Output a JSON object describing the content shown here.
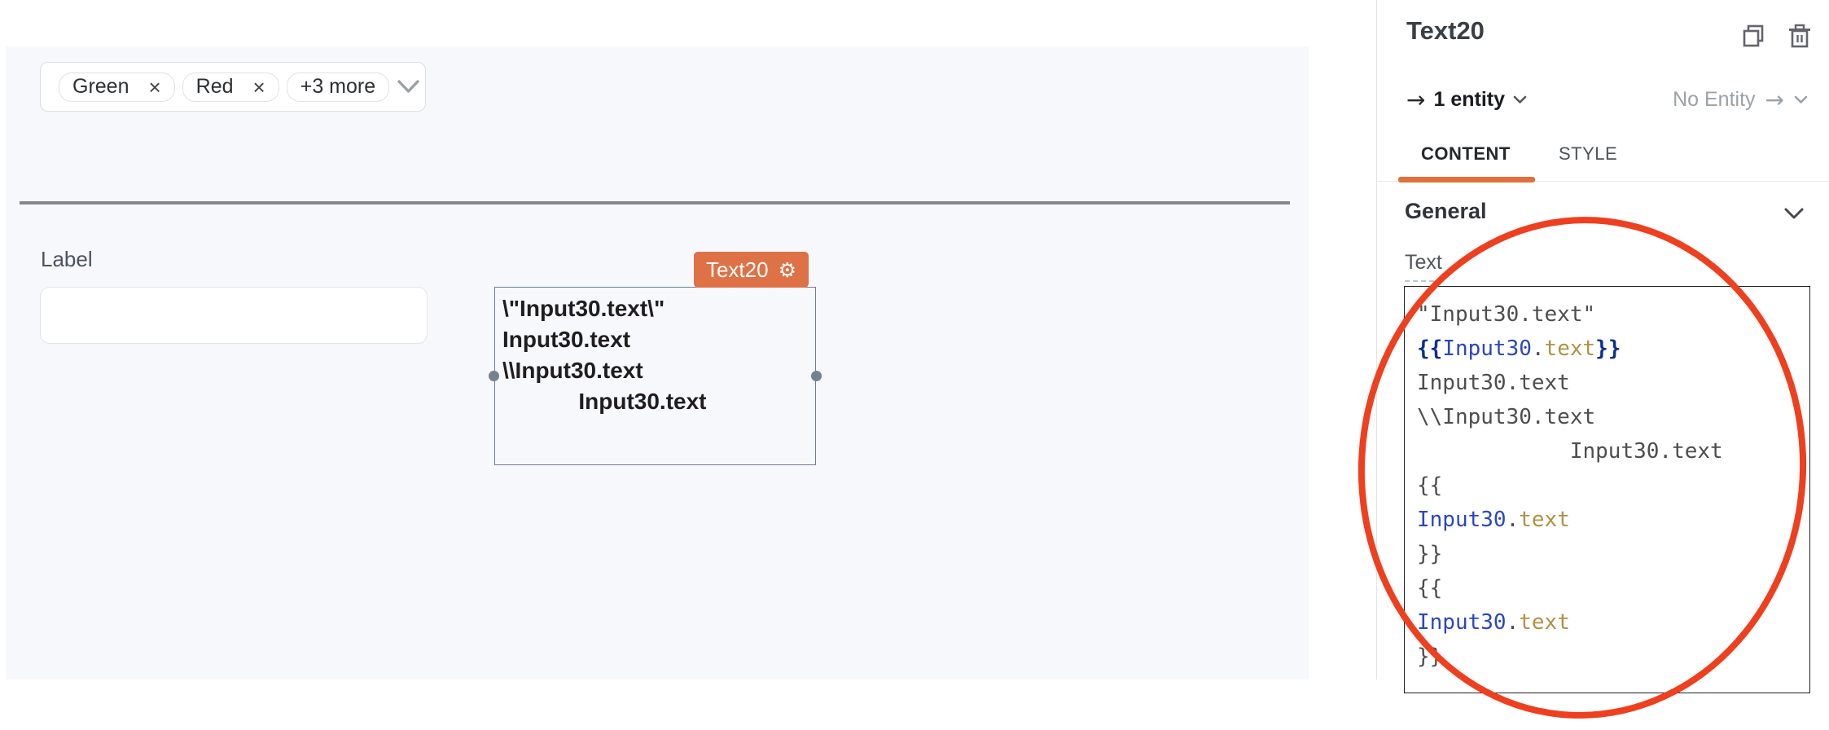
{
  "canvas": {
    "multiselect": {
      "chips": [
        {
          "label": "Green",
          "removable": true
        },
        {
          "label": "Red",
          "removable": true
        },
        {
          "label": "+3 more",
          "removable": false
        }
      ],
      "remove_glyph": "×"
    },
    "divider": {},
    "input_field": {
      "label": "Label",
      "value": "",
      "placeholder": ""
    },
    "text_widget": {
      "badge_label": "Text20",
      "gear_glyph": "⚙",
      "lines": [
        "\\\"Input30.text\\\"",
        "Input30.text",
        "\\\\Input30.text",
        "            Input30.text"
      ]
    }
  },
  "panel": {
    "title": "Text20",
    "entity_left": {
      "arrow": "→",
      "label": "1 entity"
    },
    "entity_right": {
      "label": "No Entity",
      "arrow": "→"
    },
    "tabs": {
      "content": "CONTENT",
      "style": "STYLE",
      "active": "CONTENT"
    },
    "section_general": "General",
    "property_label": "Text",
    "code_lines": [
      [
        {
          "t": "\"Input30.text\"",
          "c": "d"
        }
      ],
      [
        {
          "t": "{{",
          "c": "b"
        },
        {
          "t": "Input30",
          "c": "v"
        },
        {
          "t": ".",
          "c": "d"
        },
        {
          "t": "text",
          "c": "p"
        },
        {
          "t": "}}",
          "c": "b"
        }
      ],
      [
        {
          "t": "Input30.text",
          "c": "d"
        }
      ],
      [
        {
          "t": "\\\\Input30.text",
          "c": "d"
        }
      ],
      [
        {
          "t": "            Input30.text",
          "c": "d"
        }
      ],
      [
        {
          "t": "{{",
          "c": "d"
        }
      ],
      [
        {
          "t": "Input30",
          "c": "v"
        },
        {
          "t": ".",
          "c": "d"
        },
        {
          "t": "text",
          "c": "p"
        }
      ],
      [
        {
          "t": "}}",
          "c": "d"
        }
      ],
      [
        {
          "t": "{{",
          "c": "d"
        }
      ],
      [
        {
          "t": "Input30",
          "c": "v"
        },
        {
          "t": ".",
          "c": "d"
        },
        {
          "t": "text",
          "c": "p"
        }
      ],
      [
        {
          "t": "}}",
          "c": "d"
        }
      ]
    ]
  },
  "colors": {
    "canvas_bg": "#f7f8fb",
    "widget_badge_orange": "#de7145",
    "tab_underline_orange": "#e2703a",
    "annotation_red": "#ee3f1f",
    "code_default": "#4d4d4d",
    "code_brace": "#0d2f8e",
    "code_variable": "#2946c1",
    "code_property": "#af9243",
    "widget_border": "#6f7e8e"
  }
}
